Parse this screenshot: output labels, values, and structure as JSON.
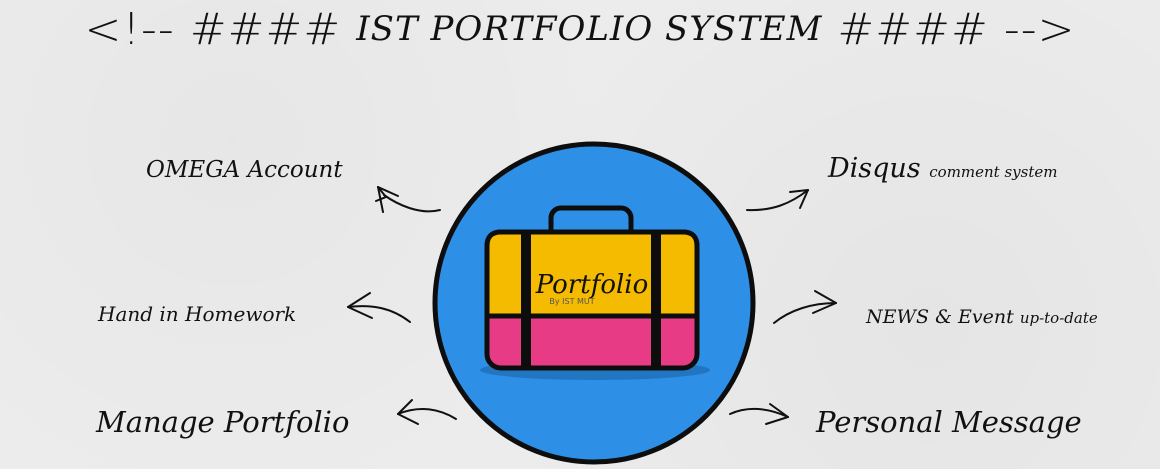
{
  "title": {
    "open_mark": "<!-- ####",
    "name": "IST PORTFOLIO SYSTEM",
    "close_mark": "#### -->"
  },
  "center": {
    "bag_label": "Portfolio",
    "bag_sublabel": "By IST MUT",
    "circle_color": "#2e8fe6",
    "bag_top_color": "#f5bb00",
    "bag_bottom_color": "#e83b86"
  },
  "features": {
    "omega": "OMEGA Account",
    "disqus": "Disqus",
    "disqus_small": "comment system",
    "homework": "Hand in Homework",
    "news": "NEWS & Event",
    "news_small": "up-to-date",
    "manage": "Manage Portfolio",
    "message": "Personal Message"
  }
}
